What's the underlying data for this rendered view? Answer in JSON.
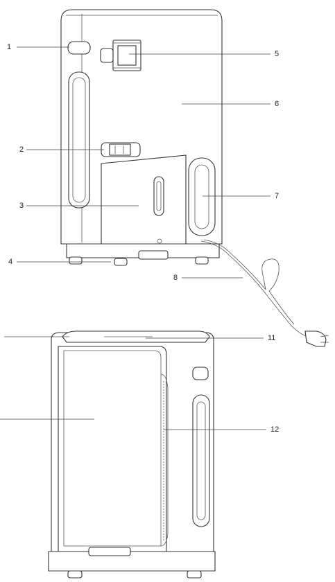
{
  "callouts": {
    "c1": "1",
    "c2": "2",
    "c3": "3",
    "c4": "4",
    "c5": "5",
    "c6": "6",
    "c7": "7",
    "c8": "8",
    "c11": "11",
    "c12": "12"
  }
}
